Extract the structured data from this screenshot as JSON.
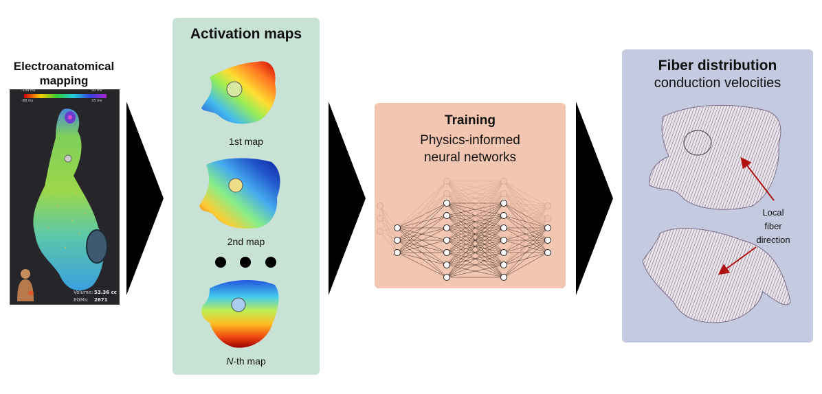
{
  "electroanatomical": {
    "title_line1": "Electroanatomical",
    "title_line2": "mapping",
    "colorbar": {
      "min_top": "-109 ms",
      "min_bottom": "-88 ms",
      "max_top": "50 ms",
      "max_bottom": "33 ms"
    },
    "volume_label": "Volume:",
    "volume_value": "53.36 cc",
    "egms_label": "EGMs:",
    "egms_value": "2671"
  },
  "activation": {
    "title": "Activation maps",
    "map1": "1st map",
    "map2": "2nd map",
    "mapN_italic": "N",
    "mapN_rest": "-th map"
  },
  "training": {
    "title": "Training",
    "line1": "Physics-informed",
    "line2": "neural networks"
  },
  "fiber": {
    "title": "Fiber distribution",
    "subtitle": "conduction velocities",
    "local_line1": "Local",
    "local_line2": "fiber",
    "local_line3": "direction"
  },
  "colors": {
    "activation_panel": "#c8e2d5",
    "training_panel": "#f3c6b1",
    "fiber_panel": "#c4cadf",
    "arrow": "#000000",
    "annotation_arrow": "#b01010"
  }
}
